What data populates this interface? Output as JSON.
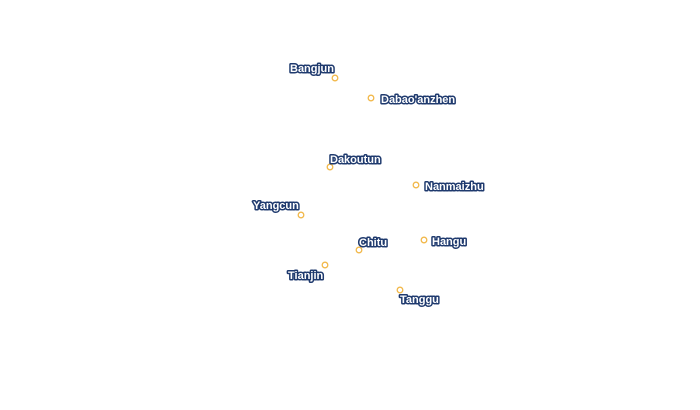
{
  "map": {
    "marker_color": "#f2b84a",
    "label_fill": "#ffffff",
    "label_halo": "#1f3a6e",
    "places": [
      {
        "id": "bangjun",
        "name": "Bangjun"
      },
      {
        "id": "dabaoanzhen",
        "name": "Dabao'anzhen"
      },
      {
        "id": "dakoutun",
        "name": "Dakoutun"
      },
      {
        "id": "nanmaizhu",
        "name": "Nanmaizhu"
      },
      {
        "id": "yangcun",
        "name": "Yangcun"
      },
      {
        "id": "chitu",
        "name": "Chitu"
      },
      {
        "id": "hangu",
        "name": "Hangu"
      },
      {
        "id": "tianjin",
        "name": "Tianjin"
      },
      {
        "id": "tanggu",
        "name": "Tanggu"
      }
    ]
  }
}
